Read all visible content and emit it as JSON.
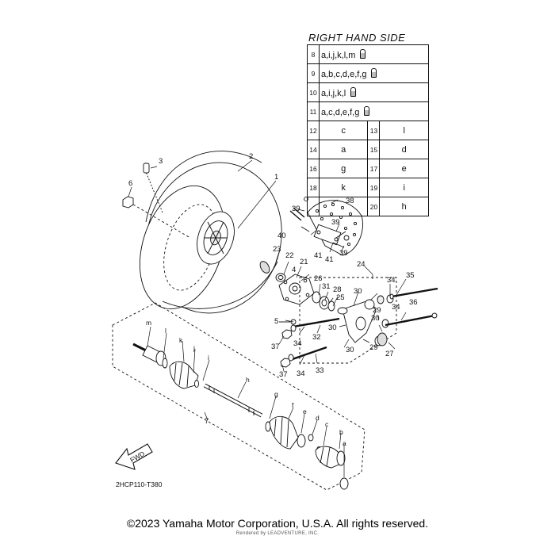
{
  "legend": {
    "title": "RIGHT HAND SIDE",
    "full_rows": [
      {
        "num": "8",
        "text": "a,i,j,k,l,m"
      },
      {
        "num": "9",
        "text": "a,b,c,d,e,f,g"
      },
      {
        "num": "10",
        "text": "a,i,j,k,l"
      },
      {
        "num": "11",
        "text": "a,c,d,e,f,g"
      }
    ],
    "pair_rows": [
      [
        {
          "num": "12",
          "text": "c"
        },
        {
          "num": "13",
          "text": "l"
        }
      ],
      [
        {
          "num": "14",
          "text": "a"
        },
        {
          "num": "15",
          "text": "d"
        }
      ],
      [
        {
          "num": "16",
          "text": "g"
        },
        {
          "num": "17",
          "text": "e"
        }
      ],
      [
        {
          "num": "18",
          "text": "k"
        },
        {
          "num": "19",
          "text": "i"
        }
      ],
      [
        {
          "num": "",
          "text": ""
        },
        {
          "num": "20",
          "text": "h"
        }
      ]
    ]
  },
  "callouts": {
    "c1": "1",
    "c2": "2",
    "c3": "3",
    "c4": "4",
    "c5": "5",
    "c6": "6",
    "c7": "7",
    "c21": "21",
    "c22": "22",
    "c23": "23",
    "c24": "24",
    "c25": "25",
    "c26": "26",
    "c27": "27",
    "c28": "28",
    "c29a": "29",
    "c29b": "29",
    "c30a": "30",
    "c30b": "30",
    "c30c": "30",
    "c30d": "30",
    "c31": "31",
    "c32": "32",
    "c33": "33",
    "c34a": "34",
    "c34b": "34",
    "c34c": "34",
    "c34d": "34",
    "c35": "35",
    "c36": "36",
    "c37a": "37",
    "c37b": "37",
    "c38": "38",
    "c39a": "39",
    "c39b": "39",
    "c39c": "39",
    "c40": "40",
    "c41a": "41",
    "c41b": "41",
    "la": "a",
    "lb": "b",
    "lc": "c",
    "ld": "d",
    "le": "e",
    "lf": "f",
    "lg": "g",
    "lh": "h",
    "li": "i",
    "lj": "j",
    "lk": "k",
    "ll": "l",
    "lm": "m"
  },
  "fwd_label": "FWD",
  "diagram_code": "2HCP110-T380",
  "copyright": "©2023 Yamaha Motor Corporation, U.S.A. All rights reserved.",
  "watermark": "Rendered by LEADVENTURE, INC."
}
